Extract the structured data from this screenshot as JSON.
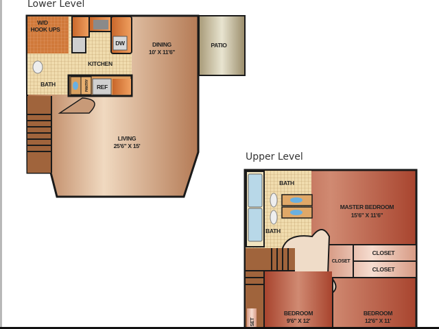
{
  "lower_level": {
    "title": "Lower Level",
    "rooms": {
      "wd_line1": "W/D",
      "wd_line2": "HOOK UPS",
      "kitchen": "KITCHEN",
      "dishwasher": "DW",
      "bath": "BATH",
      "pantry": "PANTRY",
      "refrigerator": "REF",
      "dining": "DINING",
      "dining_size": "10' X 11'6\"",
      "patio": "PATIO",
      "living": "LIVING",
      "living_size": "25'6\" X 15'"
    }
  },
  "upper_level": {
    "title": "Upper Level",
    "rooms": {
      "bath_top": "BATH",
      "bath_bottom": "BATH",
      "master": "MASTER BEDROOM",
      "master_size": "15'6\" X 11'6\"",
      "closet_hall": "CLOSET",
      "closet_1": "CLOSET",
      "closet_2": "CLOSET",
      "bedroom_1": "BEDROOM",
      "bedroom_1_size": "9'6\" X 12'",
      "bedroom_2": "BEDROOM",
      "bedroom_2_size": "12'6\" X 11'",
      "closet_side": "SET"
    }
  },
  "colors": {
    "living": "#d9ab88",
    "bedroom": "#b85a44",
    "tile": "#efd9a8",
    "wall": "#1a1a1a"
  }
}
